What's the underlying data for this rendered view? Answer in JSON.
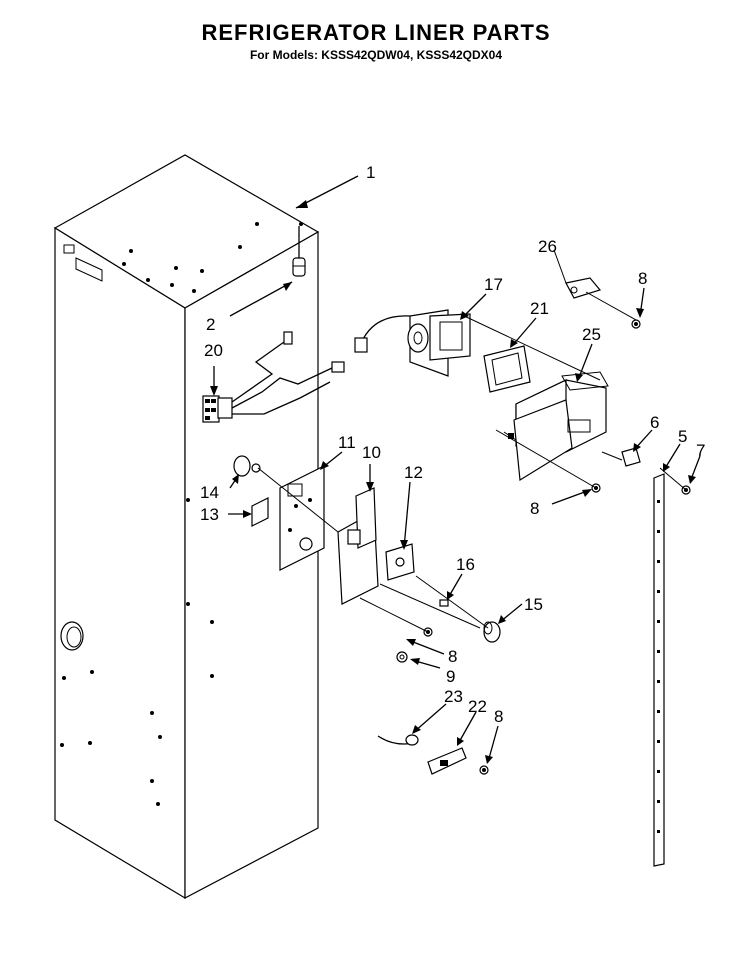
{
  "title": "REFRIGERATOR LINER PARTS",
  "subtitle": "For Models: KSSS42QDW04, KSSS42QDX04",
  "callouts": [
    "1",
    "2",
    "20",
    "17",
    "26",
    "8",
    "21",
    "25",
    "6",
    "5",
    "7",
    "11",
    "10",
    "14",
    "13",
    "12",
    "8",
    "16",
    "15",
    "8",
    "9",
    "23",
    "22",
    "8"
  ]
}
